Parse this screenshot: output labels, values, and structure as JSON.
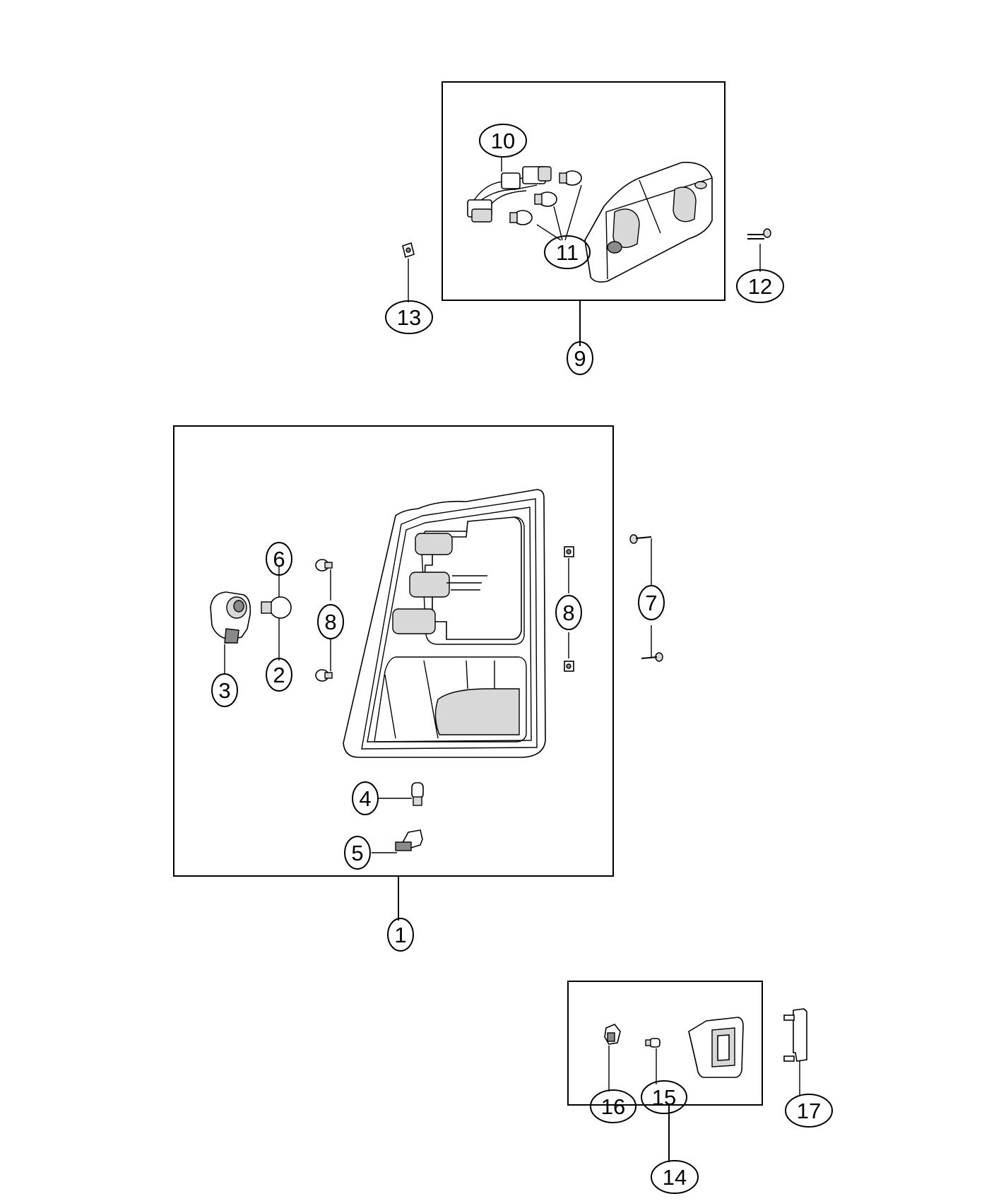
{
  "callouts": [
    {
      "id": "c1",
      "label": "1"
    },
    {
      "id": "c2",
      "label": "2"
    },
    {
      "id": "c3",
      "label": "3"
    },
    {
      "id": "c4",
      "label": "4"
    },
    {
      "id": "c5",
      "label": "5"
    },
    {
      "id": "c6",
      "label": "6"
    },
    {
      "id": "c7",
      "label": "7"
    },
    {
      "id": "c8a",
      "label": "8"
    },
    {
      "id": "c8b",
      "label": "8"
    },
    {
      "id": "c9",
      "label": "9"
    },
    {
      "id": "c10",
      "label": "10"
    },
    {
      "id": "c11",
      "label": "11"
    },
    {
      "id": "c12",
      "label": "12"
    },
    {
      "id": "c13",
      "label": "13"
    },
    {
      "id": "c14",
      "label": "14"
    },
    {
      "id": "c15",
      "label": "15"
    },
    {
      "id": "c16",
      "label": "16"
    },
    {
      "id": "c17",
      "label": "17"
    }
  ]
}
